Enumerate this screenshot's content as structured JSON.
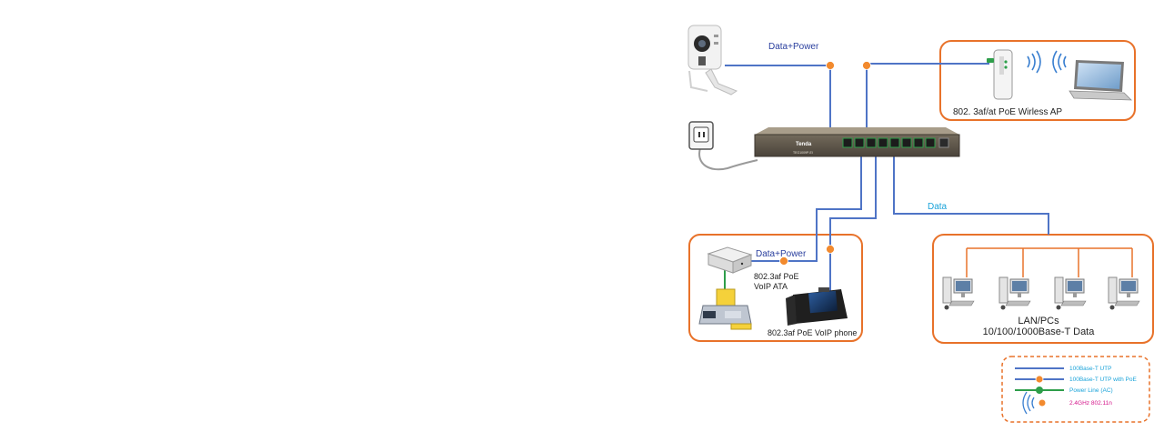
{
  "labels": {
    "data_power_top": "Data+Power",
    "data_power_ata": "Data+Power",
    "data_lan": "Data",
    "ap": "802. 3af/at  PoE  Wirless  AP",
    "ata_line1": "802.3af PoE",
    "ata_line2": "VoIP ATA",
    "voip_phone": "802.3af PoE VoIP phone",
    "lan_line1": "LAN/PCs",
    "lan_line2": "10/100/1000Base-T Data",
    "switch_brand": "Tenda",
    "switch_model": "TEG1009P-EI"
  },
  "legend": {
    "items": [
      {
        "label": "100Base-T UTP",
        "color": "#1aa3d9",
        "line_color": "#4f74c6"
      },
      {
        "label": "100Base-T UTP with PoE",
        "color": "#1aa3d9",
        "line_color": "#4f74c6"
      },
      {
        "label": "Power Line (AC)",
        "color": "#1aa3d9",
        "line_color": "#2e9e4a"
      },
      {
        "label": "2.4GHz 802.11n",
        "color": "#d4148a"
      }
    ]
  },
  "colors": {
    "accent_orange": "#e8722a",
    "cable_blue": "#4f74c6",
    "label_blue": "#2a3f9e",
    "data_label": "#1aa3d9",
    "power_green": "#2e9e4a",
    "wifi_blue": "#3a7fd0"
  },
  "icons": [
    "ip-camera-icon",
    "power-adapter-icon",
    "poe-switch-icon",
    "wireless-ap-icon",
    "laptop-icon",
    "voip-ata-icon",
    "fax-machine-icon",
    "ip-phone-icon",
    "desktop-pc-icon",
    "wifi-signal-icon"
  ]
}
